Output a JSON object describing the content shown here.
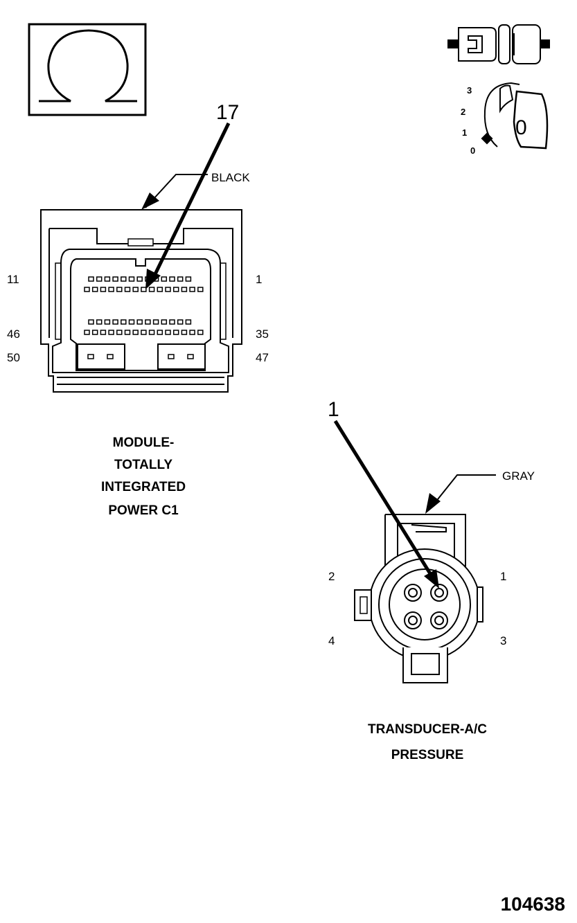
{
  "symbols": {
    "ohm_icon": "ohm-icon",
    "connector_icon": "unplugged-connector-icon",
    "ignition_icon": "ignition-key-icon",
    "ignition_positions": [
      "3",
      "2",
      "1",
      "0"
    ],
    "ignition_key_value": "0"
  },
  "module_connector": {
    "callout_pin": "17",
    "color_label": "BLACK",
    "pin_labels": {
      "top_left": "11",
      "top_right": "1",
      "mid_left": "46",
      "mid_right": "35",
      "bottom_left": "50",
      "bottom_right": "47"
    },
    "title_lines": [
      "MODULE-",
      "TOTALLY",
      "INTEGRATED",
      "POWER C1"
    ]
  },
  "transducer_connector": {
    "callout_pin": "1",
    "color_label": "GRAY",
    "pin_labels": {
      "top_left": "2",
      "top_right": "1",
      "bottom_left": "4",
      "bottom_right": "3"
    },
    "title_lines": [
      "TRANSDUCER-A/C",
      "PRESSURE"
    ]
  },
  "figure_number": "104638"
}
